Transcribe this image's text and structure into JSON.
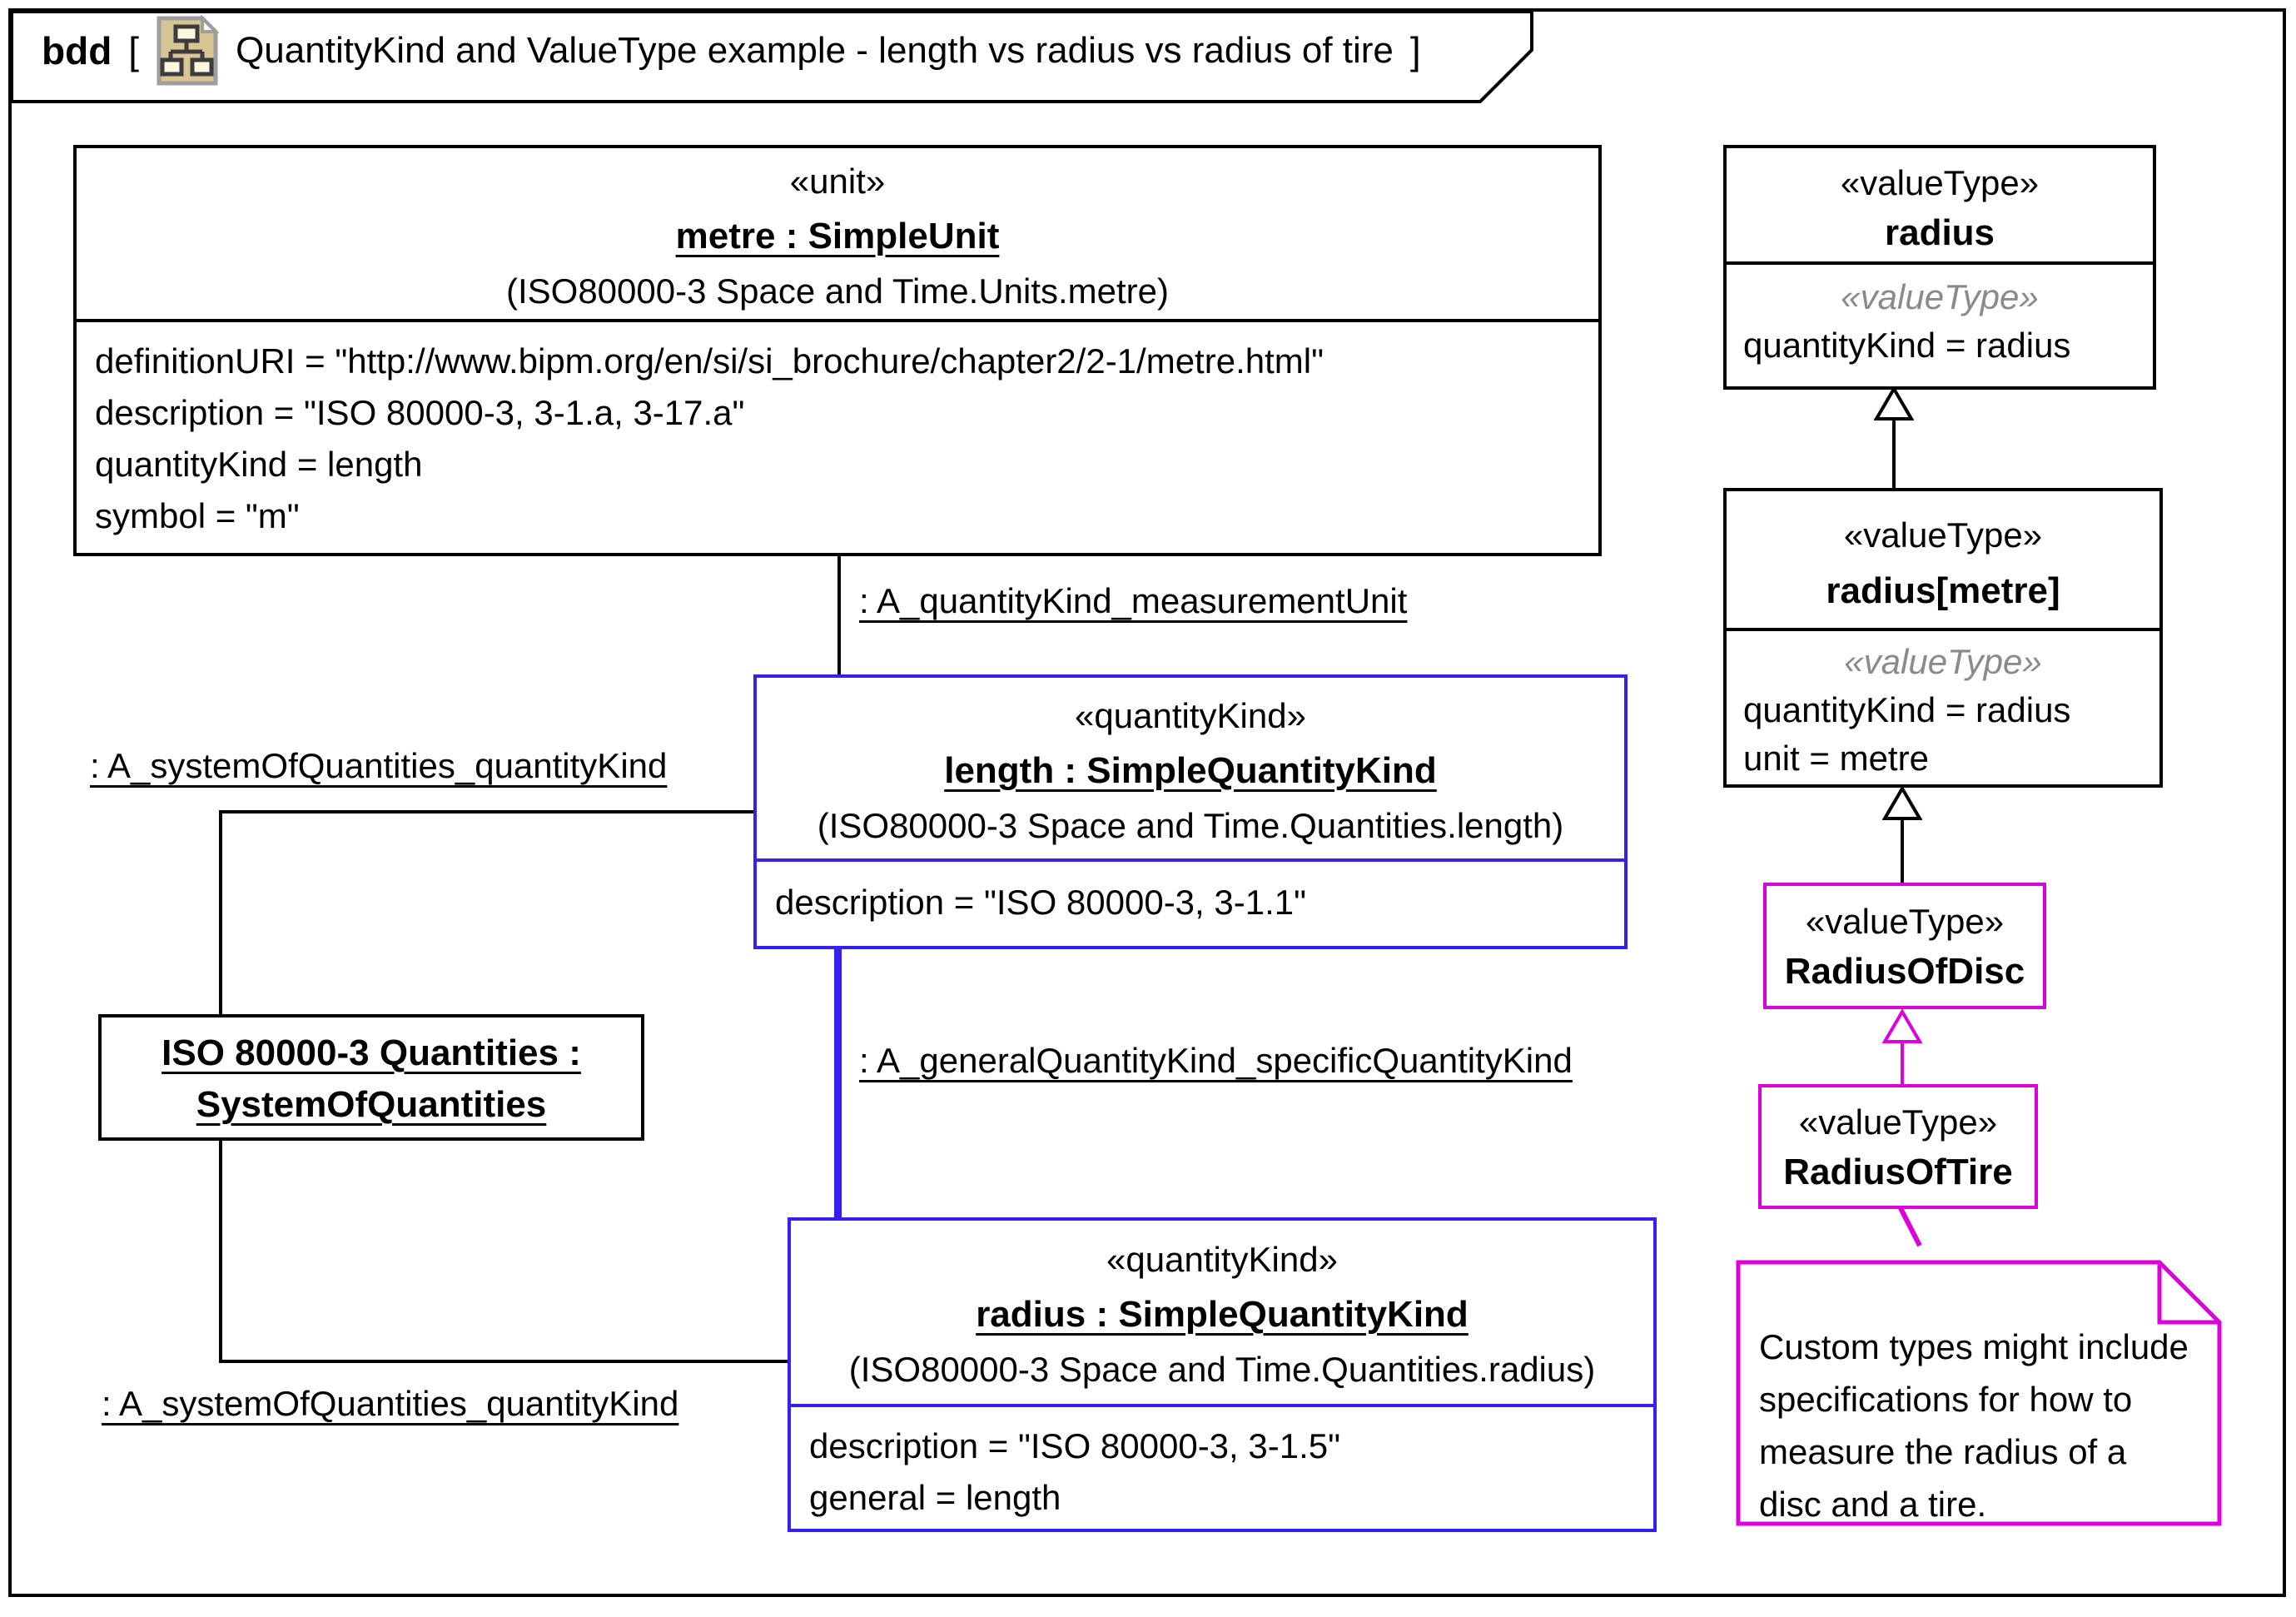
{
  "colors": {
    "black": "#000000",
    "blue": "#3520f0",
    "magenta": "#dd00dd",
    "gray": "#8a8a8a"
  },
  "diagram": {
    "kind_label": "bdd",
    "open_bracket": "[",
    "close_bracket": "]",
    "title": "QuantityKind and ValueType example - length vs radius vs radius of tire"
  },
  "boxes": {
    "metre_unit": {
      "stereotype": "«unit»",
      "name": "metre : SimpleUnit",
      "qualifier": "(ISO80000-3 Space and Time.Units.metre)",
      "properties": [
        "definitionURI = \"http://www.bipm.org/en/si/si_brochure/chapter2/2-1/metre.html\"",
        "description = \"ISO 80000-3, 3-1.a, 3-17.a\"",
        "quantityKind = length",
        "symbol = \"m\""
      ]
    },
    "length_qk": {
      "stereotype": "«quantityKind»",
      "name": "length : SimpleQuantityKind",
      "qualifier": "(ISO80000-3 Space and Time.Quantities.length)",
      "properties": [
        "description = \"ISO 80000-3, 3-1.1\""
      ]
    },
    "radius_qk": {
      "stereotype": "«quantityKind»",
      "name": "radius : SimpleQuantityKind",
      "qualifier": "(ISO80000-3 Space and Time.Quantities.radius)",
      "properties": [
        "description = \"ISO 80000-3, 3-1.5\"",
        "general = length"
      ]
    },
    "system_of_quantities": {
      "name_line1": "ISO 80000-3 Quantities :",
      "name_line2": "SystemOfQuantities"
    },
    "radius_vt": {
      "stereotype": "«valueType»",
      "name": "radius",
      "body_stereotype": "«valueType»",
      "properties": [
        "quantityKind = radius"
      ]
    },
    "radius_metre_vt": {
      "stereotype": "«valueType»",
      "name": "radius[metre]",
      "body_stereotype": "«valueType»",
      "properties": [
        "quantityKind = radius",
        "unit = metre"
      ]
    },
    "radius_of_disc_vt": {
      "stereotype": "«valueType»",
      "name": "RadiusOfDisc"
    },
    "radius_of_tire_vt": {
      "stereotype": "«valueType»",
      "name": "RadiusOfTire"
    }
  },
  "edges": {
    "quantityKind_measurementUnit": ": A_quantityKind_measurementUnit",
    "systemOfQuantities_quantityKind_top": ": A_systemOfQuantities_quantityKind",
    "systemOfQuantities_quantityKind_bottom": ": A_systemOfQuantities_quantityKind",
    "generalQuantityKind_specificQuantityKind": ": A_generalQuantityKind_specificQuantityKind"
  },
  "note": {
    "text": "Custom types might include specifications for how to measure the radius of a disc and a tire."
  }
}
